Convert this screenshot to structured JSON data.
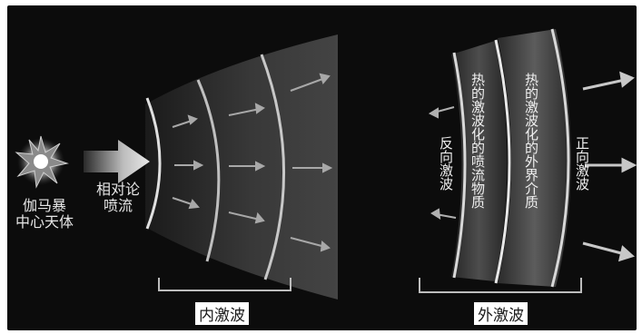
{
  "labels": {
    "source": [
      "伽马暴",
      "中心天体"
    ],
    "jet": [
      "相对论",
      "喷流"
    ],
    "reverse_shock": "反向激波",
    "shocked_ejecta": "热的激波化的喷流物质",
    "shocked_medium": "热的激波化的外界介质",
    "forward_shock": "正向激波",
    "internal_shocks": "内激波",
    "external_shocks": "外激波"
  },
  "colors": {
    "background": "#0c0c0c",
    "shell": "#d8d8d8",
    "arrow": "#bfbfbf",
    "bracket": "#bdbdbd",
    "caption_bg": "#ffffff"
  },
  "icons": {
    "source": "starburst-icon",
    "jet": "large-arrow-icon",
    "flow": "small-arrow-icon"
  }
}
